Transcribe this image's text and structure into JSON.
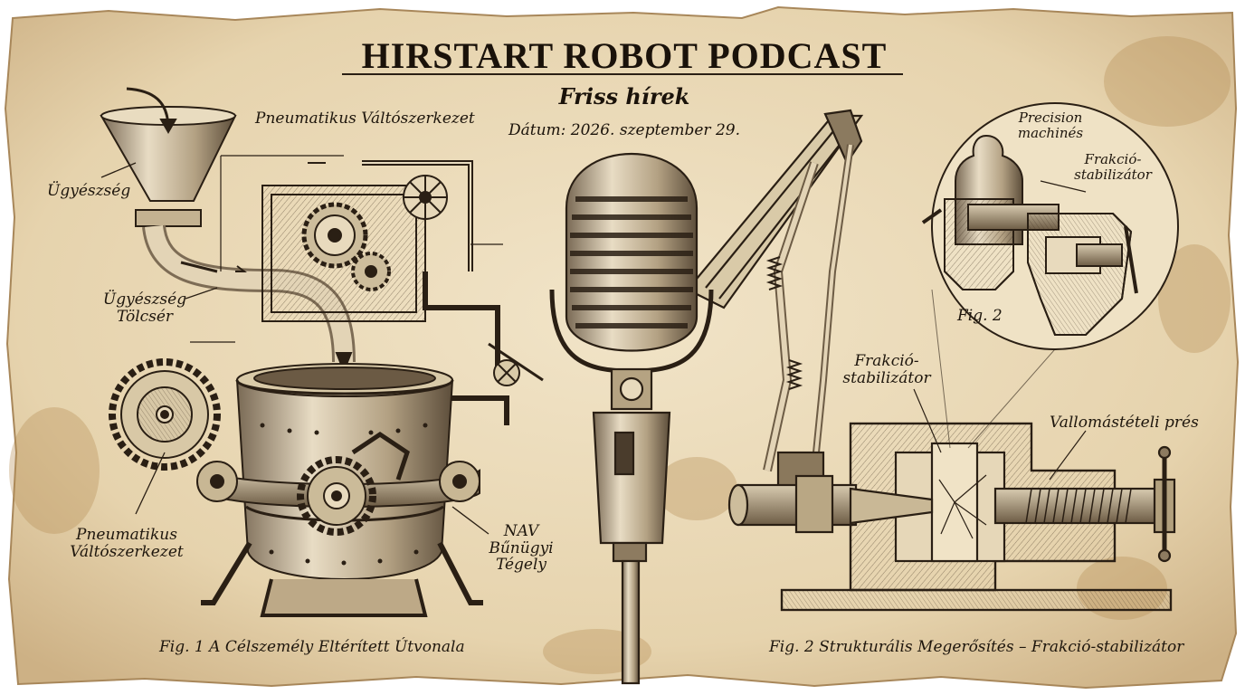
{
  "header": {
    "title": "HIRSTART ROBOT PODCAST",
    "subtitle": "Friss hírek",
    "date": "Dátum: 2026. szeptember 29."
  },
  "left_figure": {
    "labels": {
      "ugyeszseg": "Ügyészség",
      "pneumatikus_top": "Pneumatikus Váltószerkezet",
      "tolcser_1": "Ügyészség",
      "tolcser_2": "Tölcsér",
      "pneumatikus_left_1": "Pneumatikus",
      "pneumatikus_left_2": "Váltószerkezet",
      "nav_1": "NAV",
      "nav_2": "Bűnügyi",
      "nav_3": "Tégely"
    },
    "caption": "Fig. 1 A Célszemély Eltérített Útvonala"
  },
  "right_figure": {
    "inset": {
      "precision_1": "Precision",
      "precision_2": "machinés",
      "frakcio_1": "Frakció-",
      "frakcio_2": "stabilizátor",
      "fig": "Fig. 2"
    },
    "labels": {
      "frakcio_1": "Frakció-",
      "frakcio_2": "stabilizátor",
      "vallomas": "Vallomástételi prés"
    },
    "caption": "Fig. 2  Strukturális Megerősítés – Frakció-stabilizátor"
  },
  "colors": {
    "paper": "#ecdcbd",
    "paper_dark": "#d7bf94",
    "stain": "#c9a46c",
    "ink": "#2a1f14"
  }
}
